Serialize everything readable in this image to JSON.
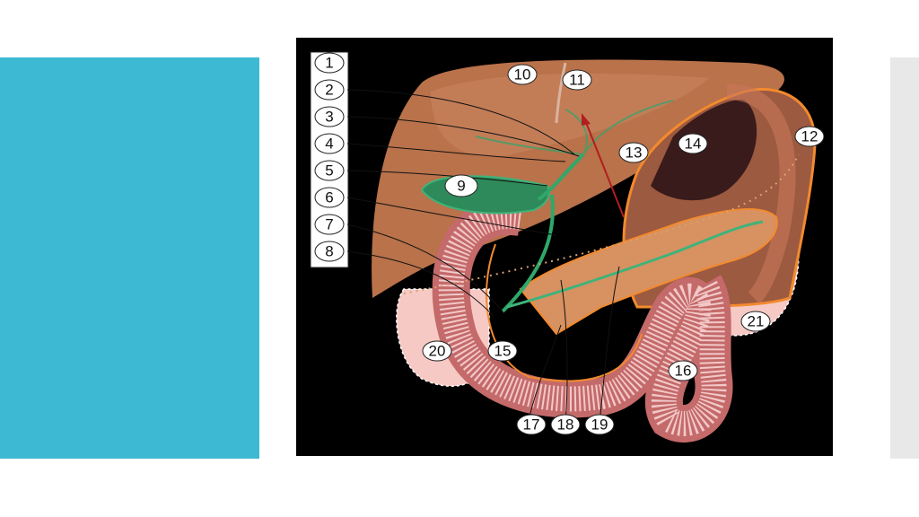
{
  "slide": {
    "accent_color": "#3db9d3",
    "right_strip_color": "#e8e8e8"
  },
  "diagram": {
    "labels": {
      "n1": "1",
      "n2": "2",
      "n3": "3",
      "n4": "4",
      "n5": "5",
      "n6": "6",
      "n7": "7",
      "n8": "8",
      "n9": "9",
      "n10": "10",
      "n11": "11",
      "n12": "12",
      "n13": "13",
      "n14": "14",
      "n15": "15",
      "n16": "16",
      "n17": "17",
      "n18": "18",
      "n19": "19",
      "n20": "20",
      "n21": "21"
    }
  }
}
